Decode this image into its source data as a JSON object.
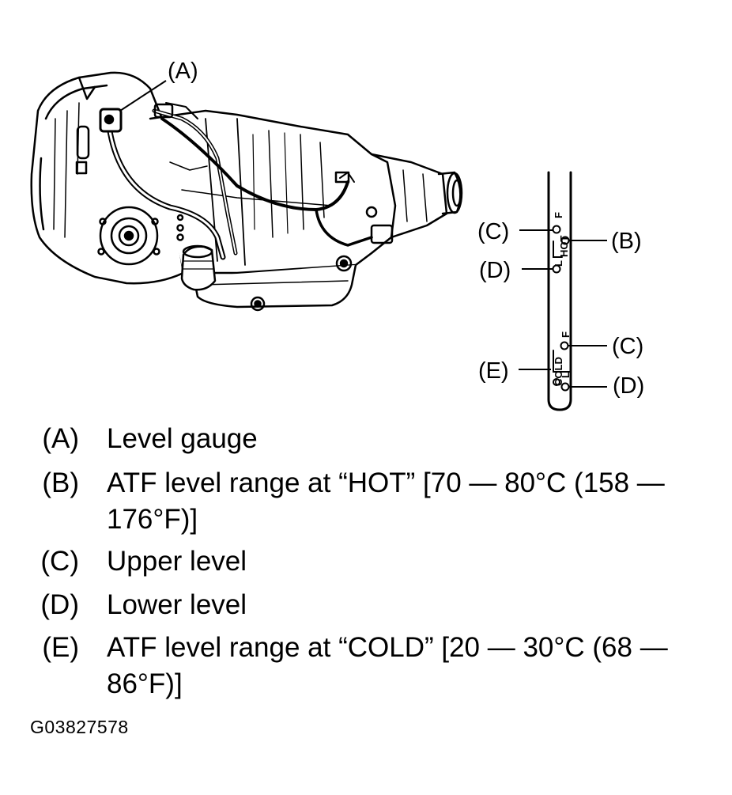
{
  "diagram": {
    "callouts": {
      "a": "(A)",
      "b": "(B)",
      "c_hot": "(C)",
      "d_hot": "(D)",
      "c_cold": "(C)",
      "d_cold": "(D)",
      "e": "(E)"
    },
    "dipstick_marks": {
      "hot_f": "F",
      "hot_label": "HOT",
      "hot_l": "L",
      "cold_f": "F",
      "cold_label": "COLD",
      "cold_l": "L"
    }
  },
  "legend": [
    {
      "key": "(A)",
      "text": "Level gauge"
    },
    {
      "key": "(B)",
      "text": "ATF level range at “HOT” [70 — 80°C (158 — 176°F)]"
    },
    {
      "key": "(C)",
      "text": "Upper level"
    },
    {
      "key": "(D)",
      "text": "Lower level"
    },
    {
      "key": "(E)",
      "text": "ATF level range at “COLD” [20 — 30°C (68 — 86°F)]"
    }
  ],
  "figure_code": "G03827578"
}
